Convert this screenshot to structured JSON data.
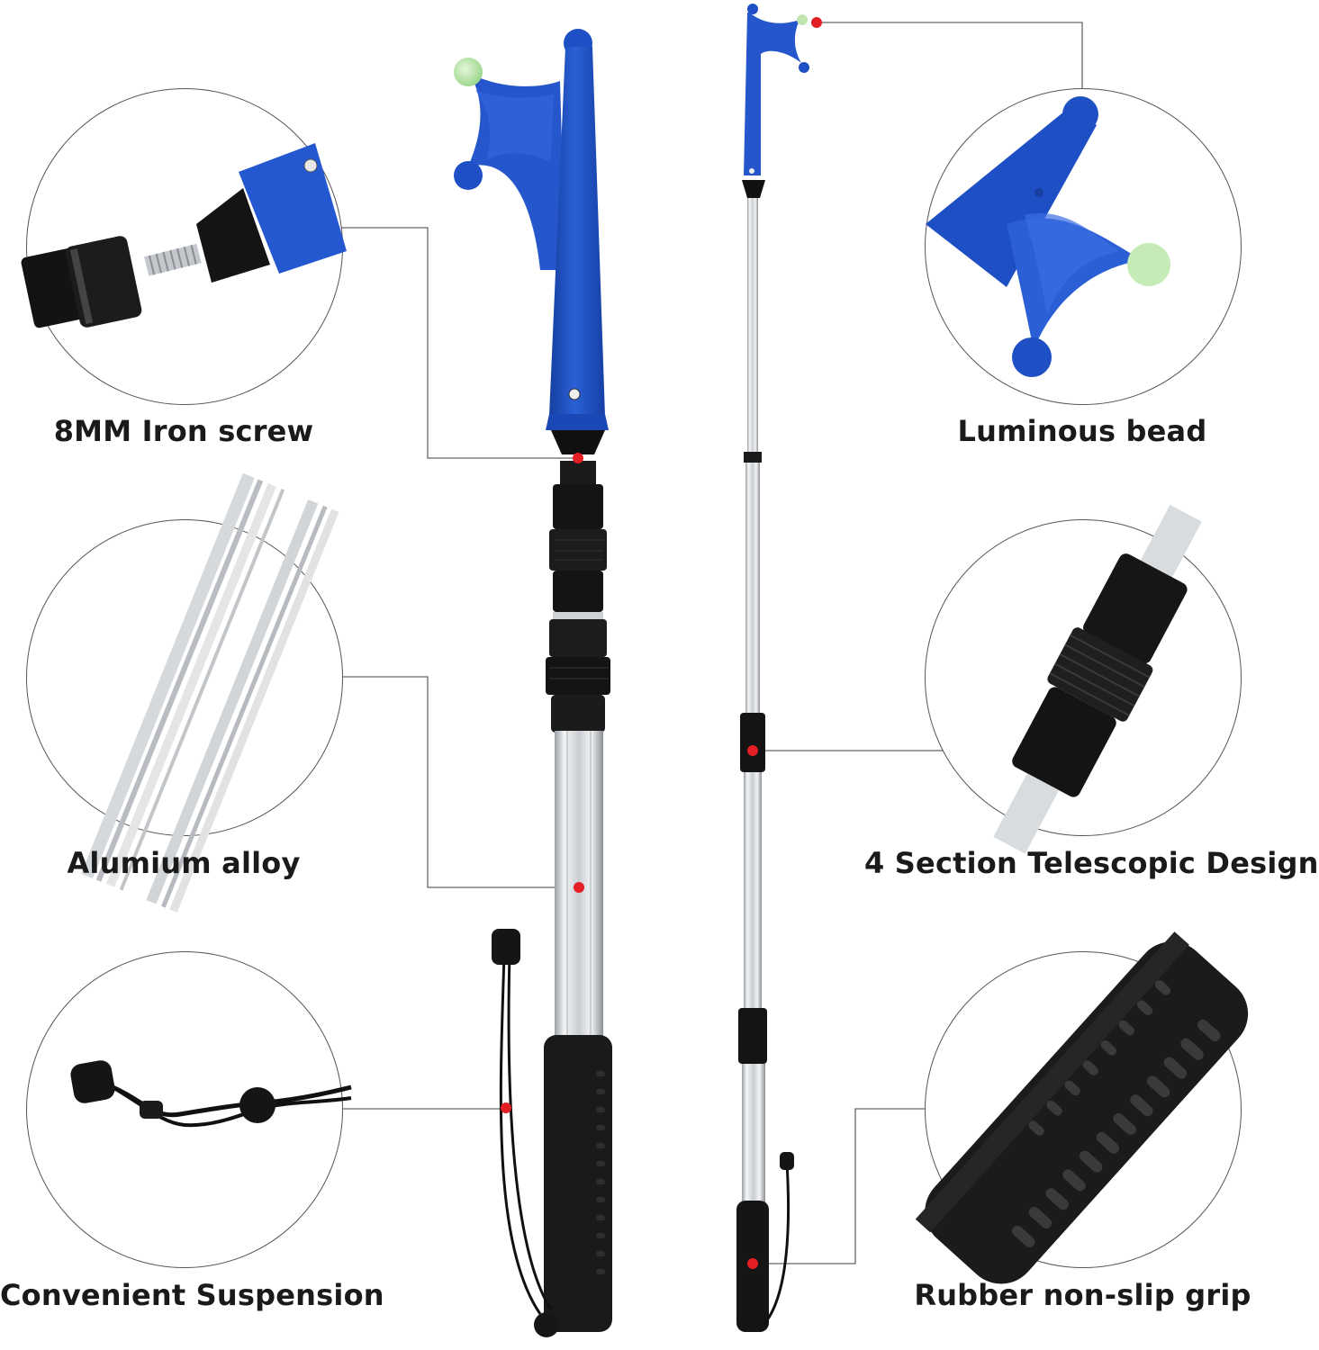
{
  "features": {
    "screw": {
      "caption": "8MM Iron screw",
      "icon": "threaded-screw-closeup"
    },
    "bead": {
      "caption": "Luminous bead",
      "icon": "boat-hook-head-closeup"
    },
    "alloy": {
      "caption": "Alumium alloy",
      "icon": "aluminium-tube-closeup"
    },
    "telescopic": {
      "caption": "4 Section Telescopic Design",
      "icon": "twist-lock-closeup"
    },
    "suspension": {
      "caption": "Convenient Suspension",
      "icon": "lanyard-closeup"
    },
    "grip": {
      "caption": "Rubber non-slip grip",
      "icon": "rubber-grip-closeup"
    }
  },
  "colors": {
    "hook_blue": "#1f4fc4",
    "hook_blue_dark": "#143a9a",
    "glow_bead": "#bfe6b0",
    "pole_silver": "#d9dcdf",
    "black_part": "#151515",
    "marker_red": "#e31e24",
    "leader_line": "#666666"
  }
}
